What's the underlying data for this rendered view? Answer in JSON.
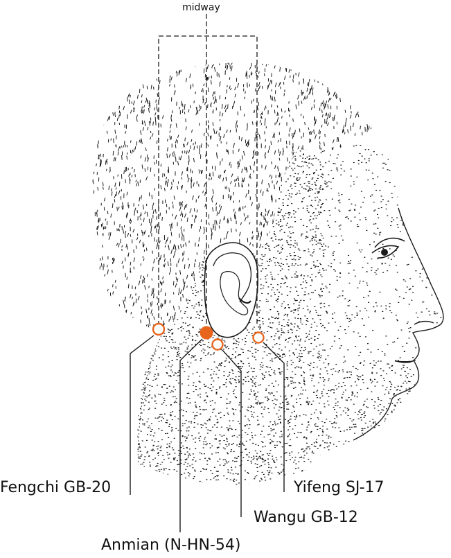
{
  "figure": {
    "midway_label": "midway",
    "points": [
      {
        "id": "fengchi",
        "label": "Fengchi GB-20",
        "style": "open"
      },
      {
        "id": "anmian",
        "label": "Anmian (N-HN-54)",
        "style": "filled"
      },
      {
        "id": "wangu",
        "label": "Wangu GB-12",
        "style": "open"
      },
      {
        "id": "yifeng",
        "label": "Yifeng SJ-17",
        "style": "open"
      }
    ],
    "colors": {
      "point": "#e8651e",
      "line": "#111111",
      "stipple": "#1a1a1a",
      "background": "#ffffff"
    }
  }
}
